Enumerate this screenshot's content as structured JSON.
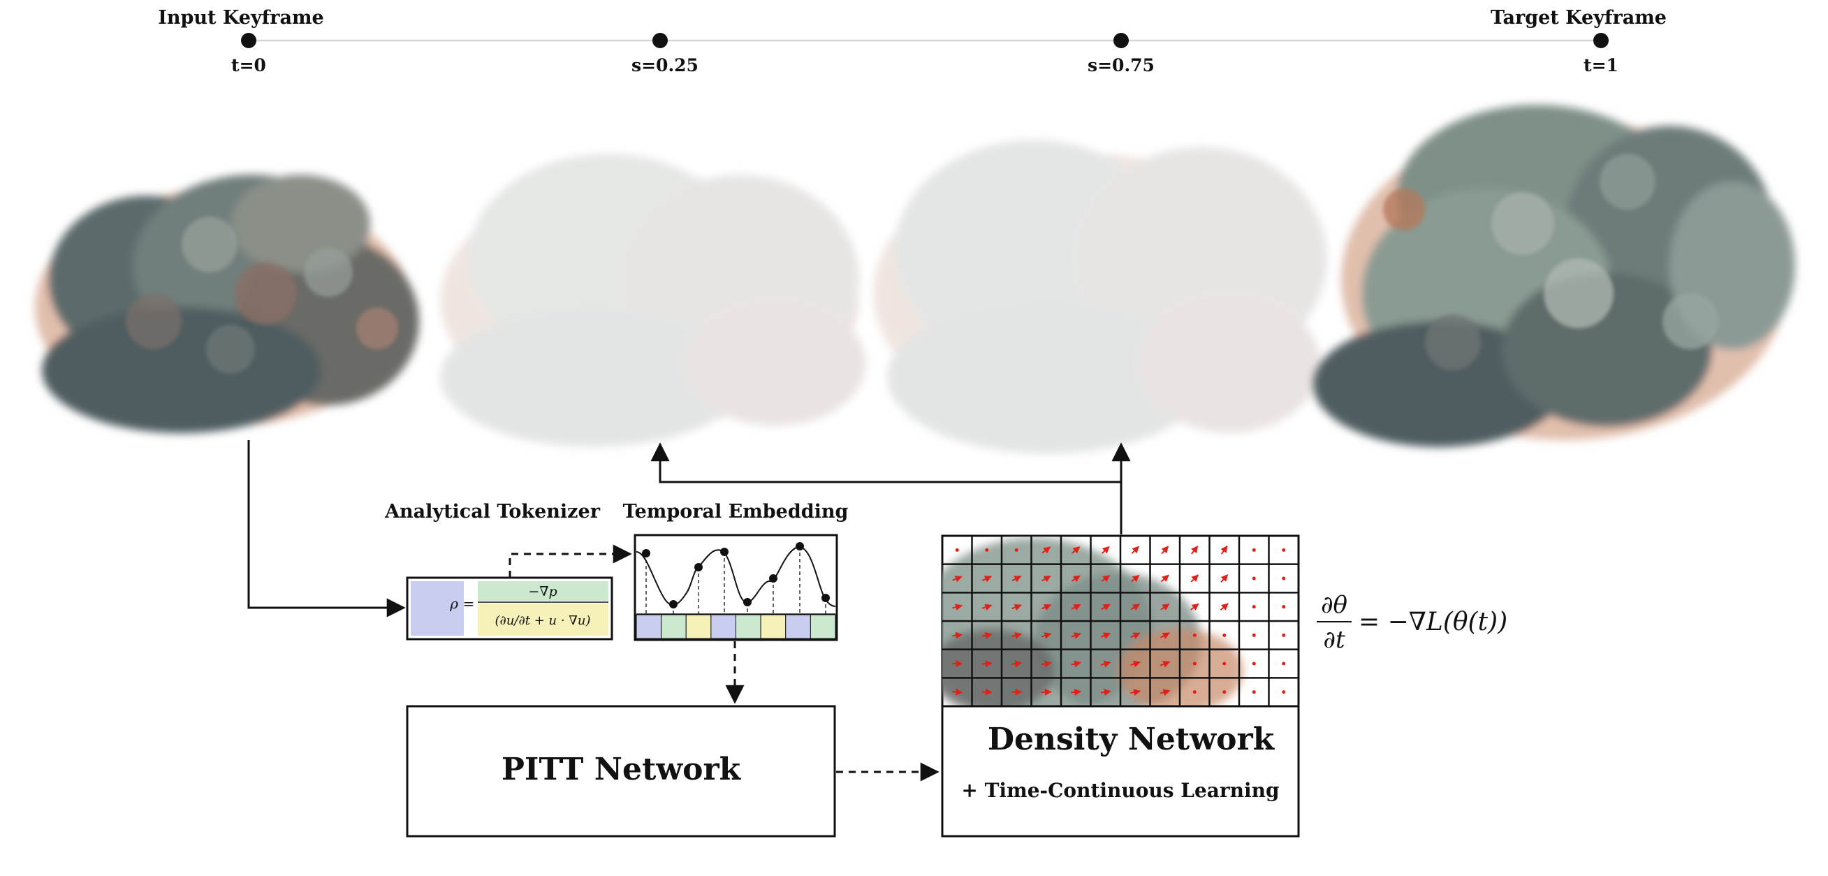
{
  "timeline": {
    "points": [
      {
        "top": "Input Keyframe",
        "bottom": "t=0"
      },
      {
        "top": "",
        "bottom": "s=0.25"
      },
      {
        "top": "",
        "bottom": "s=0.75"
      },
      {
        "top": "Target Keyframe",
        "bottom": "t=1"
      }
    ]
  },
  "tokenizer": {
    "title": "Analytical Tokenizer",
    "rho": "ρ",
    "equals": "=",
    "numerator": "−∇p",
    "denominator": "(∂u/∂t + u · ∇u)"
  },
  "embedding": {
    "title": "Temporal Embedding",
    "stripe_colors": [
      "#c9cdf0",
      "#cbe9cf",
      "#f5f1b8",
      "#c9cdf0",
      "#cbe9cf",
      "#f5f1b8",
      "#c9cdf0",
      "#cbe9cf"
    ]
  },
  "pitt": {
    "label": "PITT Network"
  },
  "density": {
    "label": "Density Network",
    "sublabel": "+ Time-Continuous Learning"
  },
  "equation": {
    "numerator": "∂θ",
    "denominator": "∂t",
    "rhs": "= −∇L(θ(t))"
  },
  "colors": {
    "smoke_dark": "#4f5d60",
    "smoke_mid": "#7f9088",
    "smoke_orange": "#c98a6a",
    "faded_smoke": "#e6e3e2",
    "arrow": "#e0201a",
    "tokenizer_blue": "#c9cdf0",
    "tokenizer_green": "#cbe9cf",
    "tokenizer_yellow": "#f5f1b8"
  },
  "icons": [
    "arrow-icon",
    "smoke-render-icon",
    "flow-vector-icon"
  ]
}
